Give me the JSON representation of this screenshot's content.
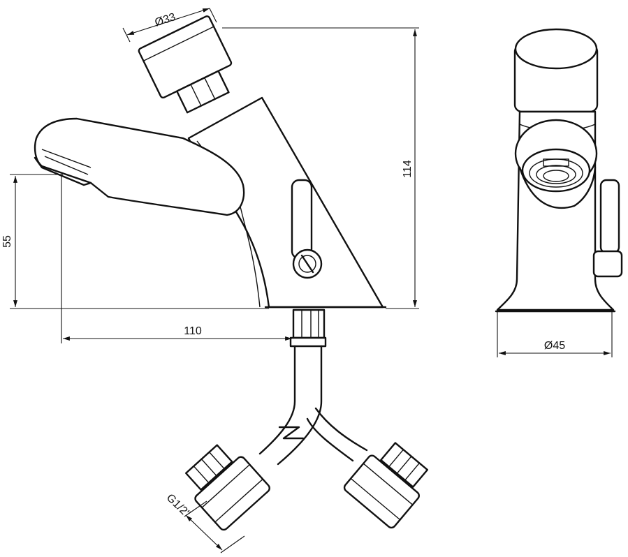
{
  "dimensions": {
    "button_diameter": "Ø33",
    "total_height": "114",
    "spout_height": "55",
    "spout_reach": "110",
    "base_diameter": "Ø45",
    "connection_thread": "G1/2\""
  }
}
